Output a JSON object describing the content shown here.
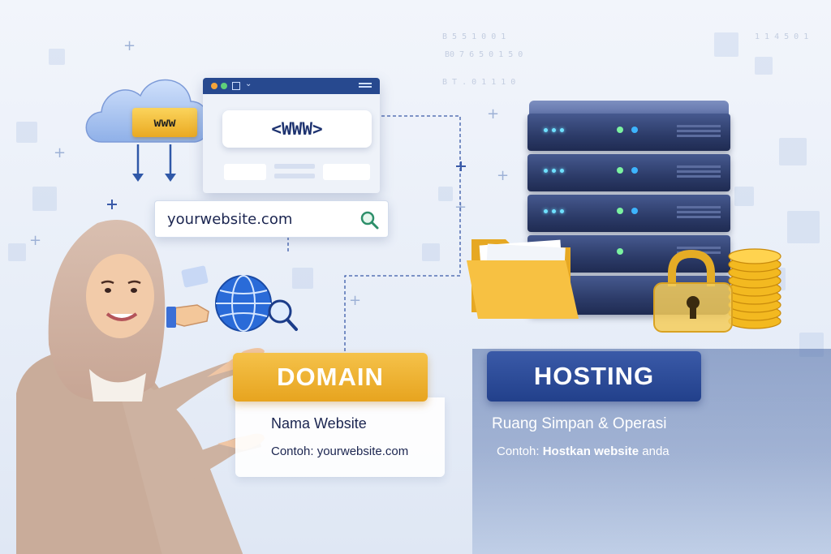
{
  "cloud": {
    "label": "www"
  },
  "browser": {
    "heading": "<WWW>"
  },
  "url_bar": {
    "value": "yourwebsite.com"
  },
  "domain": {
    "title": "DOMAIN",
    "subtitle": "Nama Website",
    "example": "Contoh: yourwebsite.com"
  },
  "hosting": {
    "title": "HOSTING",
    "subtitle": "Ruang Simpan & Operasi",
    "example_prefix": "Contoh: ",
    "example_bold": "Hostkan website",
    "example_suffix": " anda"
  },
  "colors": {
    "domain_accent": "#eeaf2c",
    "hosting_accent": "#2a4a96",
    "browser_bar": "#27498f",
    "server_body": "#2c3b68"
  },
  "icons": [
    "cloud-icon",
    "globe-icon",
    "magnifier-icon",
    "hand-icon",
    "folder-icon",
    "padlock-icon",
    "coins-icon",
    "server-icon",
    "search-icon"
  ]
}
